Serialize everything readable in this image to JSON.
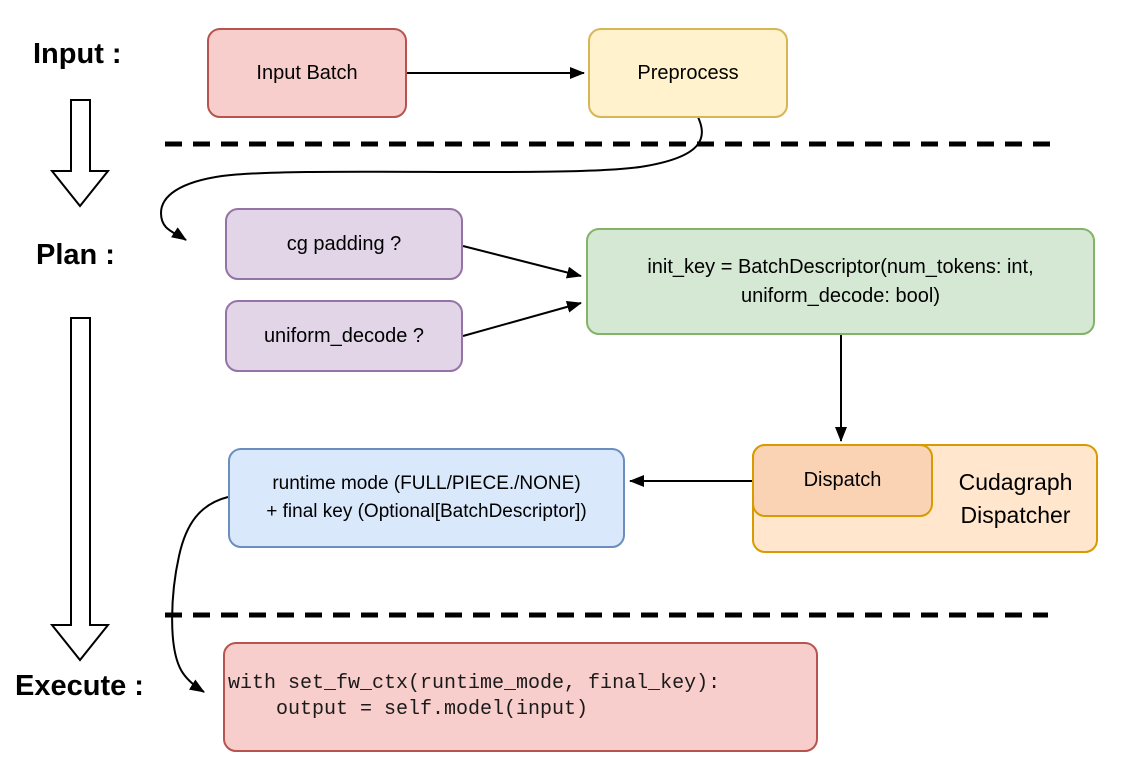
{
  "section_labels": {
    "input": "Input :",
    "plan": "Plan :",
    "execute": "Execute :"
  },
  "nodes": {
    "input_batch": {
      "label": "Input Batch"
    },
    "preprocess": {
      "label": "Preprocess"
    },
    "cg_padding": {
      "label": "cg padding ?"
    },
    "uniform_decode": {
      "label": "uniform_decode ?"
    },
    "init_key": {
      "line1": "init_key = BatchDescriptor(num_tokens: int,",
      "line2": "uniform_decode: bool)"
    },
    "dispatch": {
      "label": "Dispatch"
    },
    "cudagraph_dispatcher": {
      "line1": "Cudagraph",
      "line2": "Dispatcher"
    },
    "runtime_mode": {
      "line1": "runtime mode (FULL/PIECE./NONE)",
      "line2": "+ final key (Optional[BatchDescriptor])"
    },
    "execute_code": {
      "line1": "with set_fw_ctx(runtime_mode, final_key):",
      "line2": "    output = self.model(input)"
    }
  },
  "palette": {
    "red": {
      "fill": "#F8CECC",
      "stroke": "#B85450"
    },
    "yellow": {
      "fill": "#FFF2CC",
      "stroke": "#D6B656"
    },
    "purple": {
      "fill": "#E1D5E7",
      "stroke": "#9673A6"
    },
    "green": {
      "fill": "#D5E8D4",
      "stroke": "#82B366"
    },
    "blue": {
      "fill": "#DAE8FC",
      "stroke": "#6C8EBF"
    },
    "orange": {
      "fill": "#FFE6CC",
      "stroke": "#D79B00"
    },
    "peach": {
      "fill": "#FAD2B4",
      "stroke": "#D79B00"
    },
    "line": "#000000"
  }
}
